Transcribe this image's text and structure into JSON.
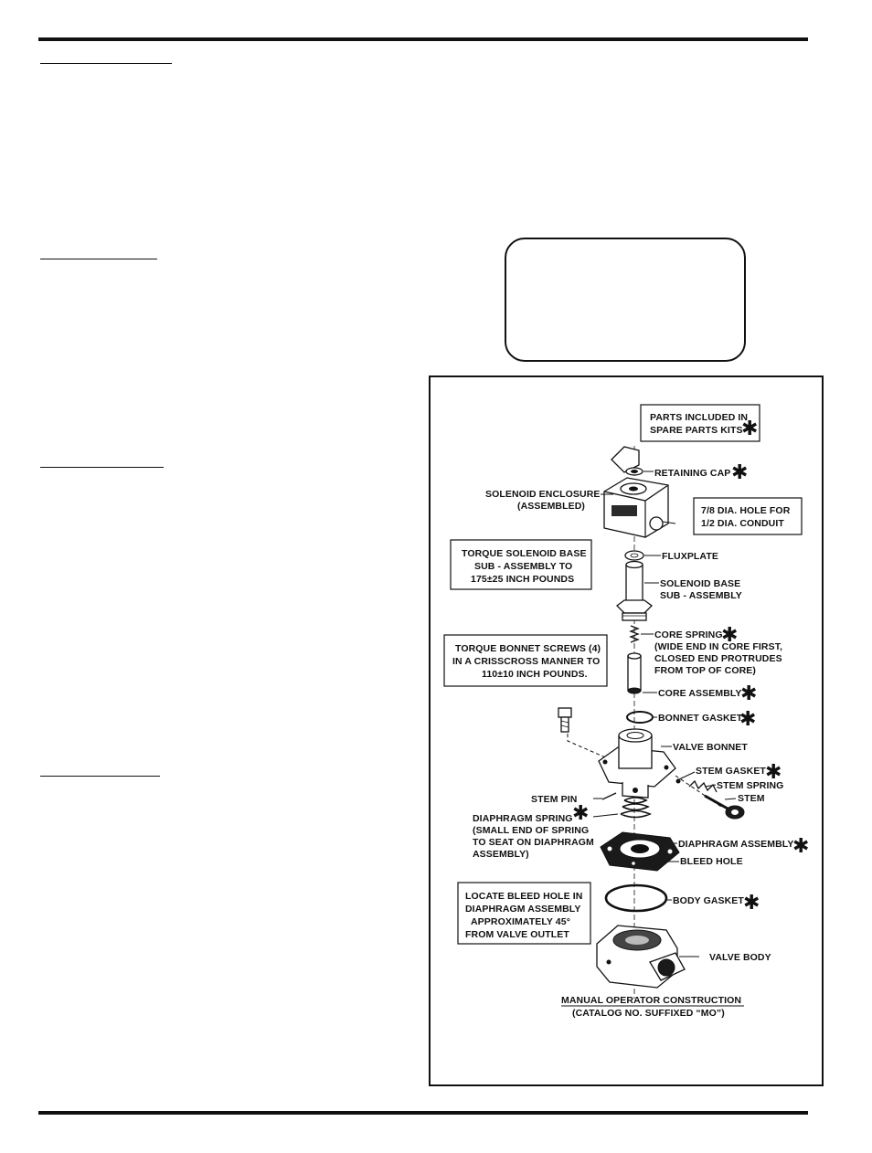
{
  "diagram": {
    "spare_parts_box": [
      "PARTS INCLUDED IN",
      "SPARE PARTS KITS"
    ],
    "asterisk": "✱",
    "labels": {
      "retaining_cap": "RETAINING CAP",
      "solenoid_enclosure": [
        "SOLENOID ENCLOSURE",
        "(ASSEMBLED)"
      ],
      "conduit_note": [
        "7/8 DIA. HOLE FOR",
        "1/2 DIA. CONDUIT"
      ],
      "fluxplate": "FLUXPLATE",
      "torque_solenoid": [
        "TORQUE SOLENOID BASE",
        "SUB - ASSEMBLY TO",
        "175±25 INCH POUNDS"
      ],
      "solenoid_base": [
        "SOLENOID BASE",
        "SUB - ASSEMBLY"
      ],
      "core_spring": [
        "CORE SPRING",
        "(WIDE END IN CORE FIRST,",
        "CLOSED END PROTRUDES",
        "FROM TOP OF CORE)"
      ],
      "torque_bonnet": [
        "TORQUE BONNET SCREWS (4)",
        "IN A CRISSCROSS MANNER TO",
        "110±10 INCH POUNDS."
      ],
      "core_assembly": "CORE ASSEMBLY",
      "bonnet_gasket": "BONNET GASKET",
      "valve_bonnet": "VALVE BONNET",
      "stem_gasket": "STEM GASKET",
      "stem_spring": "STEM SPRING",
      "stem": "STEM",
      "stem_pin": "STEM PIN",
      "diaphragm_spring": [
        "DIAPHRAGM SPRING",
        "(SMALL END OF SPRING",
        "TO SEAT ON DIAPHRAGM",
        "ASSEMBLY)"
      ],
      "diaphragm_assembly": "DIAPHRAGM ASSEMBLY",
      "bleed_hole": "BLEED HOLE",
      "locate_bleed": [
        "LOCATE BLEED HOLE IN",
        "DIAPHRAGM ASSEMBLY",
        "APPROXIMATELY 45°",
        "FROM VALVE OUTLET"
      ],
      "body_gasket": "BODY GASKET",
      "valve_body": "VALVE BODY"
    },
    "caption": [
      "MANUAL OPERATOR CONSTRUCTION",
      "(CATALOG NO. SUFFIXED “MO”)"
    ]
  }
}
